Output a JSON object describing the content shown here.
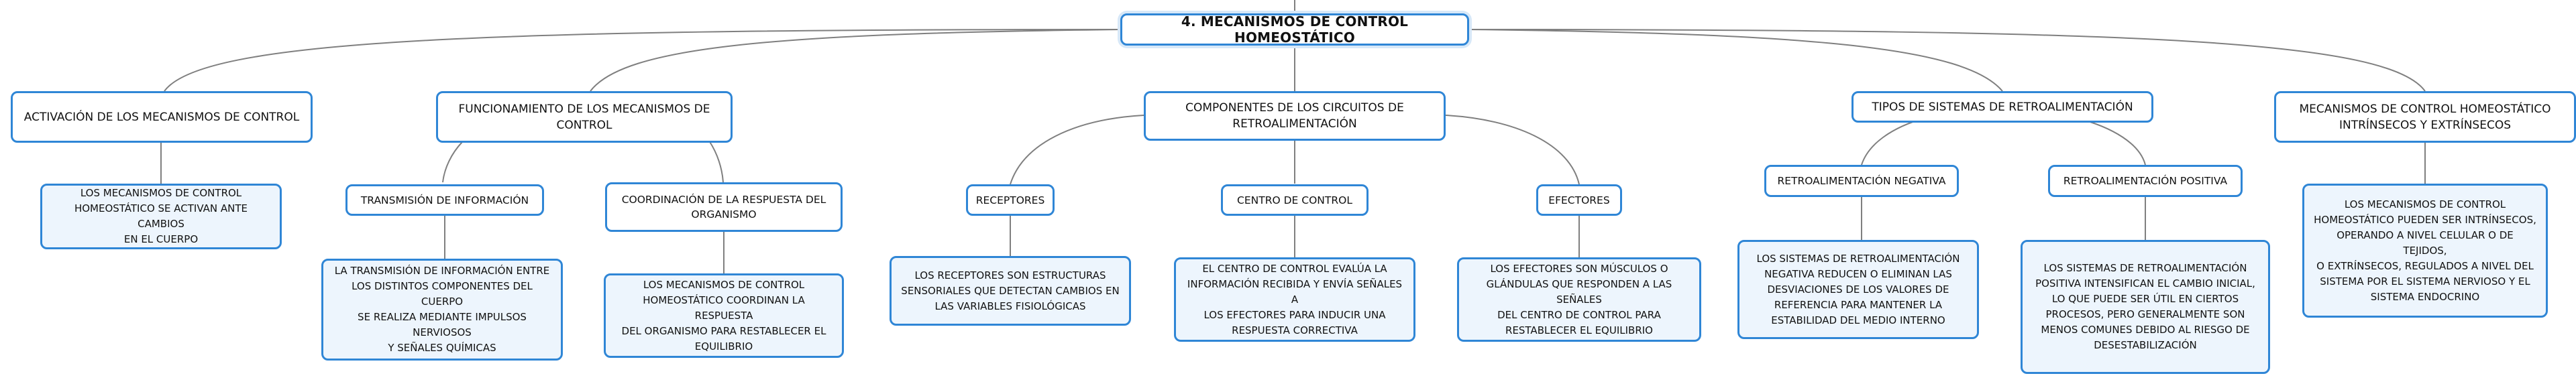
{
  "colors": {
    "border": "#2f86d6",
    "leaf_fill": "#edf5fd",
    "connector": "#7f7f7f"
  },
  "root": {
    "label": "4. MECANISMOS DE CONTROL HOMEOSTÁTICO"
  },
  "branches": [
    {
      "label": "ACTIVACIÓN DE LOS MECANISMOS DE CONTROL",
      "detail": "LOS MECANISMOS DE CONTROL\nHOMEOSTÁTICO SE ACTIVAN ANTE CAMBIOS\nEN EL CUERPO"
    },
    {
      "label": "FUNCIONAMIENTO DE LOS MECANISMOS DE\nCONTROL",
      "children": [
        {
          "label": "TRANSMISIÓN DE INFORMACIÓN",
          "detail": "LA TRANSMISIÓN DE INFORMACIÓN ENTRE\nLOS DISTINTOS COMPONENTES DEL CUERPO\nSE REALIZA MEDIANTE IMPULSOS NERVIOSOS\nY SEÑALES QUÍMICAS"
        },
        {
          "label": "COORDINACIÓN DE LA RESPUESTA DEL\nORGANISMO",
          "detail": "LOS MECANISMOS DE CONTROL\nHOMEOSTÁTICO COORDINAN LA RESPUESTA\nDEL ORGANISMO PARA RESTABLECER EL\nEQUILIBRIO"
        }
      ]
    },
    {
      "label": "COMPONENTES DE LOS CIRCUITOS DE\nRETROALIMENTACIÓN",
      "children": [
        {
          "label": "RECEPTORES",
          "detail": "LOS RECEPTORES SON ESTRUCTURAS\nSENSORIALES QUE DETECTAN CAMBIOS EN\nLAS VARIABLES FISIOLÓGICAS"
        },
        {
          "label": "CENTRO DE CONTROL",
          "detail": "EL CENTRO DE CONTROL EVALÚA LA\nINFORMACIÓN RECIBIDA Y ENVÍA SEÑALES A\nLOS EFECTORES PARA INDUCIR UNA\nRESPUESTA CORRECTIVA"
        },
        {
          "label": "EFECTORES",
          "detail": "LOS EFECTORES SON MÚSCULOS O\nGLÁNDULAS QUE RESPONDEN A LAS SEÑALES\nDEL CENTRO DE CONTROL PARA\nRESTABLECER EL EQUILIBRIO"
        }
      ]
    },
    {
      "label": "TIPOS DE SISTEMAS DE RETROALIMENTACIÓN",
      "children": [
        {
          "label": "RETROALIMENTACIÓN NEGATIVA",
          "detail": "LOS SISTEMAS DE RETROALIMENTACIÓN\nNEGATIVA REDUCEN O ELIMINAN LAS\nDESVIACIONES DE LOS VALORES DE\nREFERENCIA PARA MANTENER LA\nESTABILIDAD DEL MEDIO INTERNO"
        },
        {
          "label": "RETROALIMENTACIÓN POSITIVA",
          "detail": "LOS SISTEMAS DE RETROALIMENTACIÓN\nPOSITIVA INTENSIFICAN EL CAMBIO INICIAL,\nLO QUE PUEDE SER ÚTIL EN CIERTOS\nPROCESOS, PERO GENERALMENTE SON\nMENOS COMUNES DEBIDO AL RIESGO DE\nDESESTABILIZACIÓN"
        }
      ]
    },
    {
      "label": "MECANISMOS DE CONTROL HOMEOSTÁTICO\nINTRÍNSECOS Y EXTRÍNSECOS",
      "detail": "LOS MECANISMOS DE CONTROL\nHOMEOSTÁTICO PUEDEN SER INTRÍNSECOS,\nOPERANDO A NIVEL CELULAR O DE TEJIDOS,\nO EXTRÍNSECOS, REGULADOS A NIVEL DEL\nSISTEMA POR EL SISTEMA NERVIOSO Y EL\nSISTEMA ENDOCRINO"
    }
  ]
}
